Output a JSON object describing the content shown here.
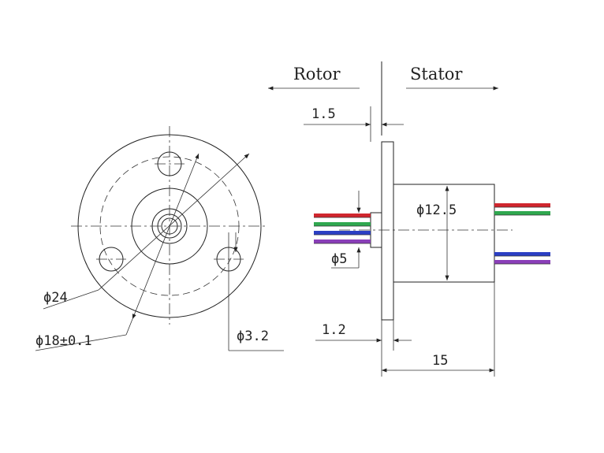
{
  "labels": {
    "rotor": "Rotor",
    "stator": "Stator",
    "dim_1_5": "1.5",
    "dim_12_5": "ϕ12.5",
    "dim_5": "ϕ5",
    "dim_24": "ϕ24",
    "dim_18": "ϕ18±0.1",
    "dim_3_2": "ϕ3.2",
    "dim_1_2": "1.2",
    "dim_15": "15"
  },
  "colors": {
    "line": "#222222",
    "wire_red": "#d0262e",
    "wire_green": "#2fa84f",
    "wire_blue": "#2b3fc4",
    "wire_purple": "#8a3fb8"
  }
}
